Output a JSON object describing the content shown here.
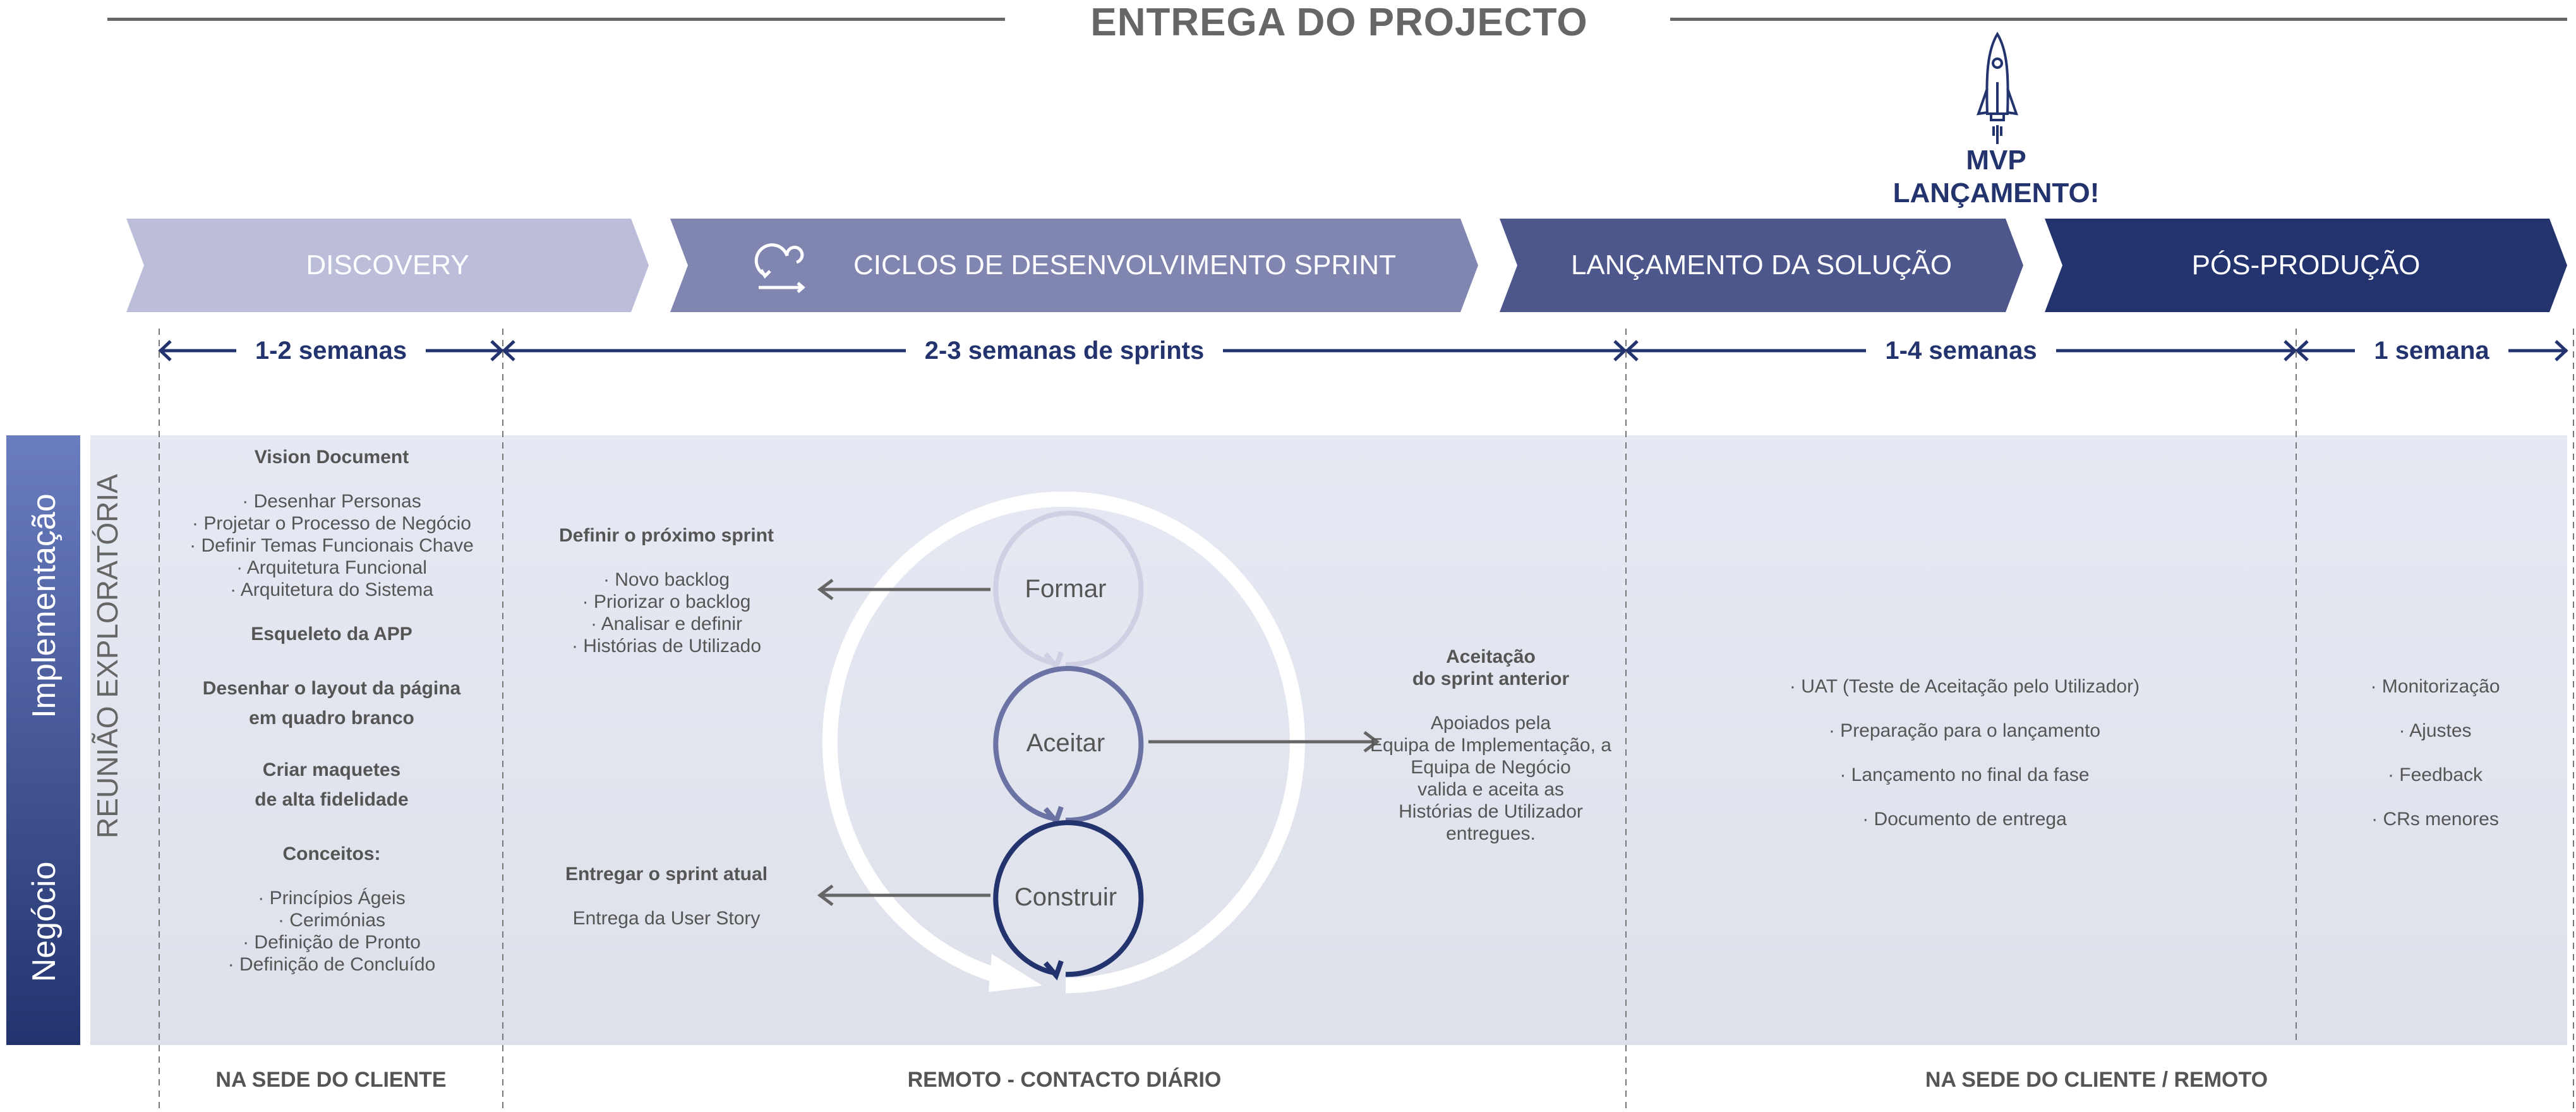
{
  "title": "ENTREGA DO PROJECTO",
  "milestone": {
    "line1": "MVP",
    "line2": "LANÇAMENTO!",
    "icon": "rocket-icon"
  },
  "phases": [
    {
      "label": "DISCOVERY",
      "color": "#bbbdd9"
    },
    {
      "label": "CICLOS DE DESENVOLVIMENTO SPRINT",
      "color": "#8186b0",
      "icon": "sprint-cycle-icon"
    },
    {
      "label": "LANÇAMENTO DA SOLUÇÃO",
      "color": "#4e578c"
    },
    {
      "label": "PÓS-PRODUÇÃO",
      "color": "#22336e"
    }
  ],
  "durations": [
    "1-2 semanas",
    "2-3 semanas de sprints",
    "1-4 semanas",
    "1 semana"
  ],
  "side": {
    "top": "Implementação",
    "bottom": "Negócio",
    "meeting": "REUNIÃO EXPLORATÓRIA"
  },
  "discovery": {
    "vision": "Vision Document",
    "vision_items": [
      "· Desenhar Personas",
      "· Projetar o Processo de Negócio",
      "· Definir Temas Funcionais Chave",
      "· Arquitetura Funcional",
      "· Arquitetura do Sistema"
    ],
    "skeleton": "Esqueleto da APP",
    "layout1": "Desenhar o layout da página",
    "layout2": "em quadro branco",
    "mock1": "Criar maquetes",
    "mock2": "de alta fidelidade",
    "concepts": "Conceitos:",
    "concept_items": [
      "· Princípios Ágeis",
      "· Cerimónias",
      "· Definição de Pronto",
      "· Definição de Concluído"
    ]
  },
  "sprint": {
    "next_title": "Definir o próximo sprint",
    "next_items": [
      "· Novo backlog",
      "· Priorizar o backlog",
      "· Analisar e definir",
      "· Histórias de Utilizado"
    ],
    "deliver_title": "Entregar o sprint atual",
    "deliver_text": "Entrega da User Story",
    "cycle": [
      "Formar",
      "Aceitar",
      "Construir"
    ],
    "accept_title1": "Aceitação",
    "accept_title2": "do sprint anterior",
    "accept_text": [
      "Apoiados pela",
      "Equipa de Implementação, a",
      "Equipa de Negócio",
      "valida e aceita as",
      "Histórias de Utilizador",
      "entregues."
    ]
  },
  "launch_items": [
    "· UAT (Teste de Aceitação pelo Utilizador)",
    "· Preparação para o lançamento",
    "· Lançamento no final da fase",
    "· Documento de entrega"
  ],
  "post_items": [
    "· Monitorização",
    "· Ajustes",
    "· Feedback",
    "· CRs menores"
  ],
  "locations": [
    "NA SEDE DO CLIENTE",
    "REMOTO - CONTACTO DIÁRIO",
    "NA SEDE DO CLIENTE / REMOTO"
  ]
}
